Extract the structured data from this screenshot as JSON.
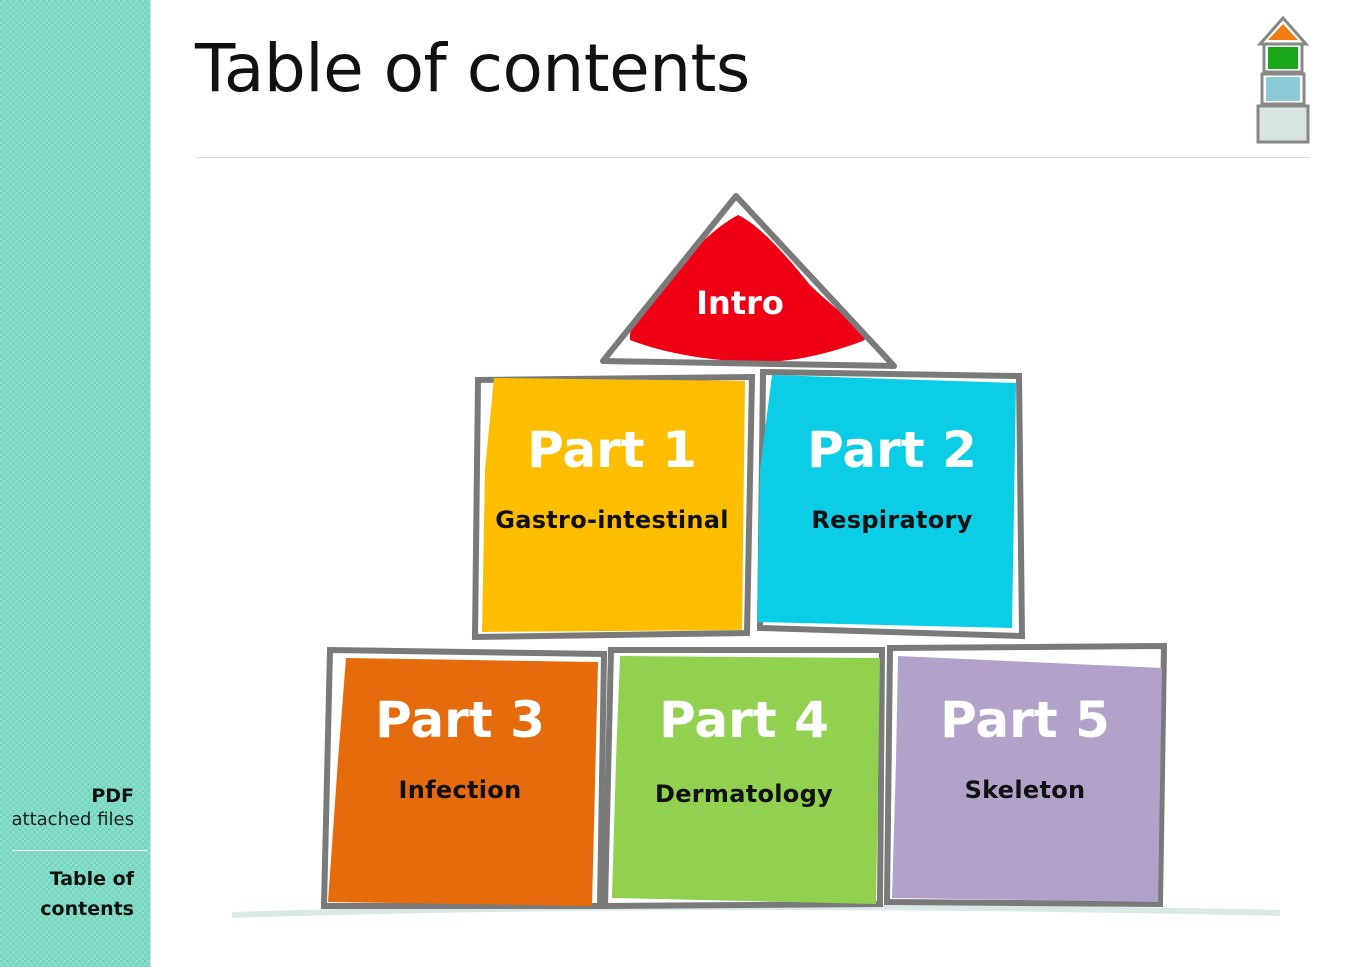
{
  "page": {
    "title": "Table of contents"
  },
  "sidebar": {
    "pdf_label": "PDF",
    "pdf_sublabel": "attached files",
    "toc_line1": "Table of",
    "toc_line2": "contents"
  },
  "diagram": {
    "intro": {
      "label": "Intro",
      "color": "#f00014"
    },
    "parts": [
      {
        "title": "Part 1",
        "subtitle": "Gastro-intestinal",
        "color": "#fdbe00"
      },
      {
        "title": "Part 2",
        "subtitle": "Respiratory",
        "color": "#0bcde6"
      },
      {
        "title": "Part 3",
        "subtitle": "Infection",
        "color": "#e56b0c"
      },
      {
        "title": "Part 4",
        "subtitle": "Dermatology",
        "color": "#92d04f"
      },
      {
        "title": "Part 5",
        "subtitle": "Skeleton",
        "color": "#b2a2ca"
      }
    ],
    "outline_color": "#7a7a7a"
  },
  "logo": {
    "icon": "stacked-blocks-house-icon"
  }
}
